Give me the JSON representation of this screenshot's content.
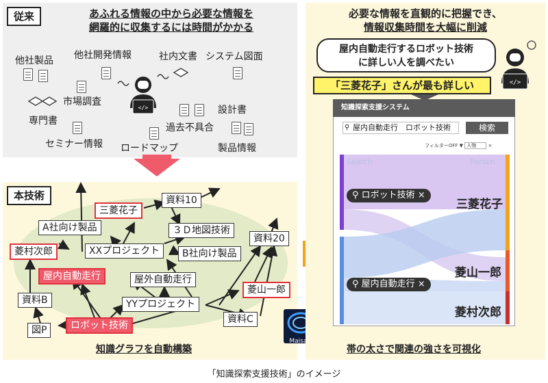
{
  "conventional": {
    "tag": "従来",
    "heading_line1": "あふれる情報の中から必要な情報を",
    "heading_line2": "網羅的に収集するには時間がかかる",
    "labels": [
      "他社製品",
      "他社開発情報",
      "社内文書",
      "システム図面",
      "市場調査",
      "設計書",
      "専門書",
      "過去不具合",
      "セミナー情報",
      "ロードマップ",
      "製品情報"
    ]
  },
  "technique": {
    "tag": "本技術",
    "nodes": [
      "資料10",
      "三菱花子",
      "A社向け製品",
      "３Ｄ地図技術",
      "菱村次郎",
      "XXプロジェクト",
      "B社向け製品",
      "資料20",
      "屋内自動走行",
      "屋外自動走行",
      "菱山一郎",
      "資料B",
      "YYプロジェクト",
      "資料C",
      "図P",
      "ロボット技術"
    ],
    "caption": "知識グラフを自動構築"
  },
  "benefit": {
    "heading_line1": "必要な情報を直観的に把握でき、",
    "heading_line2": "情報収集時間を大幅に削減",
    "question_line1": "屋内自動走行するロボット技術",
    "question_line2": "に詳しい人を調べたい",
    "answer": "「三菱花子」さんが最も詳しい",
    "caption": "帯の太さで関連の強さを可視化"
  },
  "system": {
    "title": "知識探索支援システム",
    "search_value": "屋内自動走行　ロボット技術",
    "search_button": "検索",
    "filter_label": "フィルターOFF",
    "filter_select": "人物",
    "col_search": "Search",
    "col_person": "Person",
    "queries": [
      "ロボット技術",
      "屋内自動走行"
    ],
    "persons": [
      "三菱花子",
      "菱山一郎",
      "菱村次郎"
    ]
  },
  "logo_text": "Maisart",
  "figure_caption": "「知識探索支援技術」のイメージ",
  "colors": {
    "accent_red": "#ef5b6b",
    "highlight": "#fff36a",
    "arrow_orange": "#f3a41c"
  }
}
